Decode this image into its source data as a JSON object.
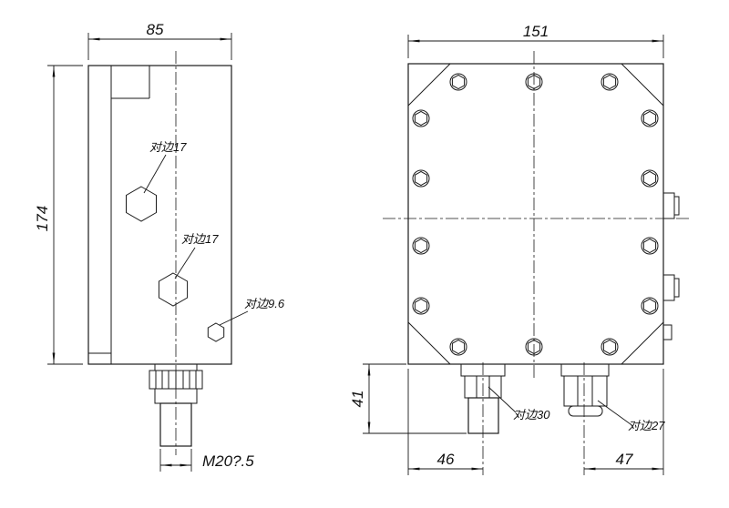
{
  "page": {
    "background_color": "#ffffff",
    "line_color": "#1a1a1a"
  },
  "left_view": {
    "width_dim": "85",
    "height_dim": "174",
    "hex_upper_label": "对边17",
    "hex_lower_label": "对边17",
    "hex_small_label": "对边9.6",
    "thread_label": "M20?.5"
  },
  "right_view": {
    "width_dim": "151",
    "connector_height_dim": "41",
    "left_connector_offset_dim": "46",
    "right_connector_offset_dim": "47",
    "left_connector_label": "对边30",
    "right_connector_label": "对边27"
  }
}
